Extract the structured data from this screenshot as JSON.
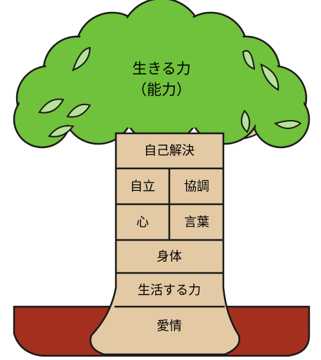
{
  "crown": {
    "line1": "生きる力",
    "line2": "（能力）"
  },
  "trunk": {
    "top": "自己解決",
    "row2_left": "自立",
    "row2_right": "協調",
    "row3_left": "心",
    "row3_right": "言葉",
    "row4": "身体",
    "row5": "生活する力"
  },
  "roots": {
    "label": "愛情"
  },
  "colors": {
    "leaf_green": "#70c13b",
    "leaf_light": "#b8e29a",
    "trunk": "#e3caa5",
    "soil": "#a3301e",
    "outline": "#1a1a1a"
  }
}
